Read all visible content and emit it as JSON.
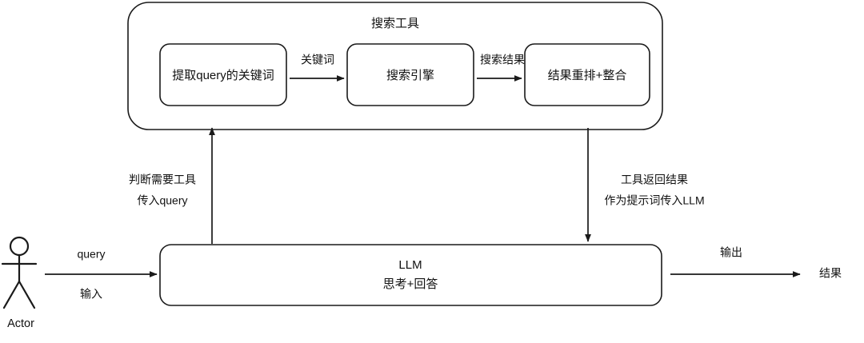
{
  "diagram": {
    "title": "搜索工具",
    "group": {
      "label": "搜索工具",
      "name": "search-tool-container"
    },
    "nodes": {
      "extract_keywords": "提取query的关键词",
      "search_engine": "搜索引擎",
      "rerank_merge": "结果重排+整合",
      "llm_line1": "LLM",
      "llm_line2": "思考+回答",
      "actor": "Actor",
      "result": "结果"
    },
    "edges": {
      "keywords": "关键词",
      "search_results": "搜索结果",
      "tool_decide_line1": "判断需要工具",
      "tool_decide_line2": "传入query",
      "tool_return_line1": "工具返回结果",
      "tool_return_line2": "作为提示词传入LLM",
      "query_top": "query",
      "query_bottom": "输入",
      "output": "输出"
    },
    "colors": {
      "stroke": "#1a1a1a",
      "fill": "#ffffff",
      "text": "#111111",
      "background": "#ffffff"
    }
  }
}
